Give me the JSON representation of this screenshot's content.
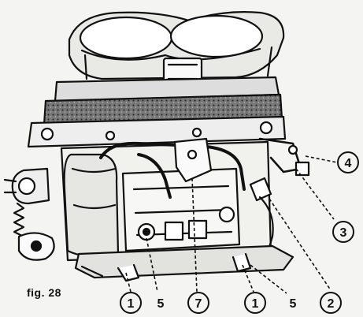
{
  "figure": {
    "label": "fig. 28"
  },
  "callouts": [
    {
      "id": "c1a",
      "text": "1"
    },
    {
      "id": "c5a",
      "text": "5"
    },
    {
      "id": "c7",
      "text": "7"
    },
    {
      "id": "c1b",
      "text": "1"
    },
    {
      "id": "c5b",
      "text": "5"
    },
    {
      "id": "c2",
      "text": "2"
    },
    {
      "id": "c3",
      "text": "3"
    },
    {
      "id": "c4",
      "text": "4"
    }
  ],
  "colors": {
    "ink": "#111111",
    "paper": "#f4f4f2",
    "gasket": "#555555"
  }
}
